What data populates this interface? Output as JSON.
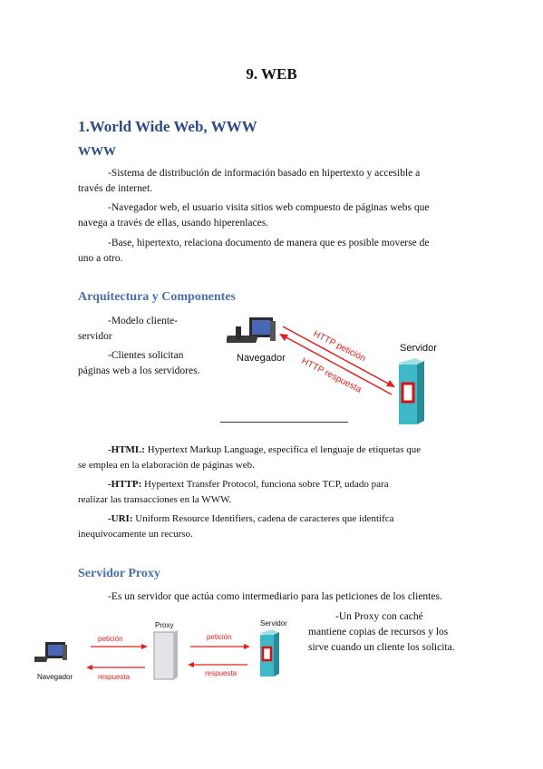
{
  "doc": {
    "title": "9. WEB",
    "section1": {
      "heading": "1.World Wide Web, WWW",
      "sub": "WWW",
      "p1a": "-Sistema de distribución de información basado en hipertexto y accesible a",
      "p1b": "través de internet.",
      "p2a": "-Navegador web, el usuario visita sitios web compuesto de páginas webs que",
      "p2b": "navega a través de ellas, usando hiperenlaces.",
      "p3a": "-Base, hipertexto, relaciona documento de manera que es posible moverse de",
      "p3b": "uno a otro."
    },
    "section2": {
      "heading": "Arquitectura y Componentes",
      "p1a": "-Modelo cliente-",
      "p1b": "servidor",
      "p2a": "-Clientes solicitan",
      "p2b": "páginas web a los servidores.",
      "diagram": {
        "client_label": "Navegador",
        "server_label": "Servidor",
        "request_label": "HTTP petición",
        "response_label": "HTTP respuesta"
      },
      "html_term": "-HTML:",
      "html_def_a": " Hypertext Markup Language, especifica el lenguaje de etiquetas que",
      "html_def_b": "se emplea en la elaboración de páginas web.",
      "http_term": "-HTTP:",
      "http_def_a": " Hypertext Transfer Protocol, funciona sobre TCP, udado para",
      "http_def_b": "realizar las transacciones en la WWW.",
      "uri_term": "-URI:",
      "uri_def_a": " Uniform Resource Identifiers, cadena de caracteres que identifca",
      "uri_def_b": "inequívocamente un recurso."
    },
    "section3": {
      "heading": "Servidor Proxy",
      "p1": "-Es un servidor que actúa como intermediario para las peticiones de los clientes.",
      "p2a": "-Un Proxy con caché",
      "p2b": "mantiene copias de recursos y los",
      "p2c": "sirve cuando un cliente los solicita.",
      "diagram": {
        "client_label": "Navegador",
        "proxy_label": "Proxy",
        "server_label": "Servidor",
        "req1": "petición",
        "req2": "petición",
        "resp1": "respuesta",
        "resp2": "respuesta"
      }
    }
  }
}
